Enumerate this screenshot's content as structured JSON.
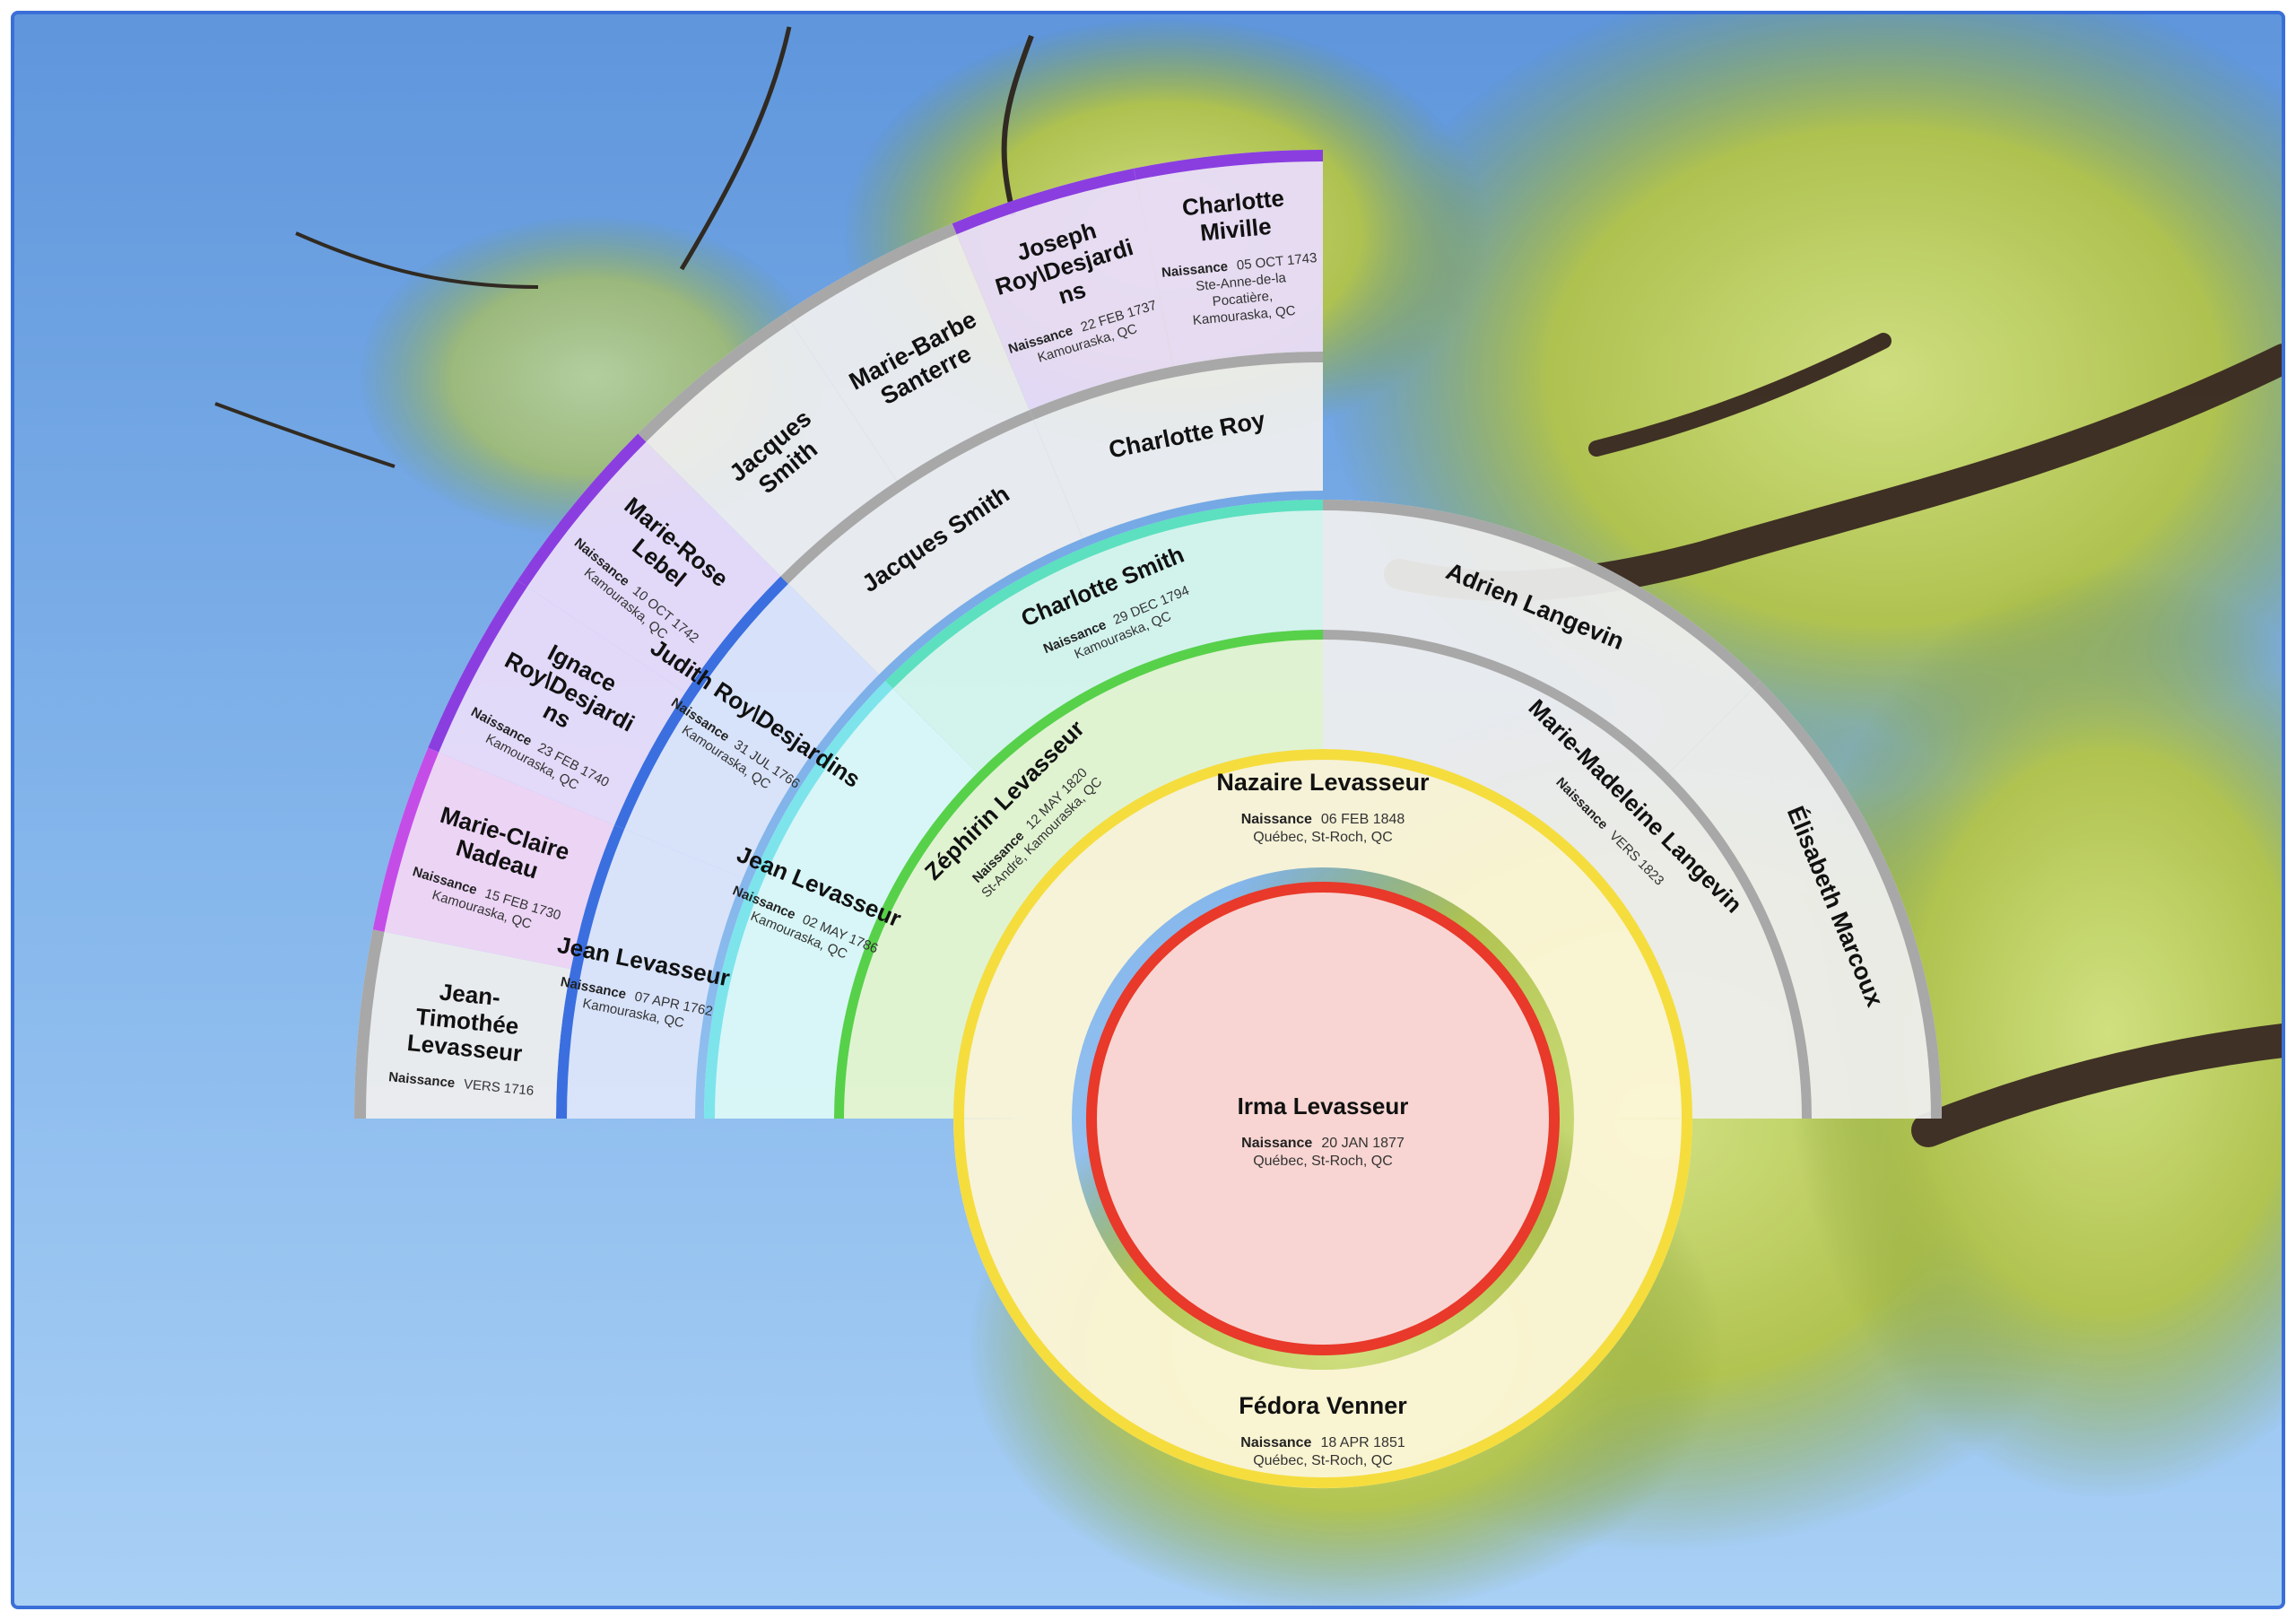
{
  "colors": {
    "frame": "#3a6fd8",
    "sky": "#7fb0ea",
    "foliage": "#b8c94a",
    "root": "#e8392a",
    "gen1": "#f5dd3e",
    "gen2_paternal": "#57d14a",
    "gen2_maternal": "#a8a8a8",
    "gen3_paternal": "#5ce0c0",
    "gen3_maternal": "#a8a8a8",
    "gen4": "#7de4ec",
    "gen5": "#3b6fe0",
    "gen6_a": "#c44de8",
    "gen6_b": "#a8a8a8",
    "gen7": "#8a3ee0"
  },
  "icons": {
    "background": "tree-canopy-photo"
  },
  "root": {
    "name": "Irma Levasseur",
    "label": "Naissance",
    "date": "20 JAN 1877",
    "place": "Québec, St-Roch, QC"
  },
  "people": [
    {
      "name": "Nazaire Levasseur",
      "label": "Naissance",
      "date": "06 FEB 1848",
      "place": "Québec, St-Roch, QC"
    },
    {
      "name": "Fédora Venner",
      "label": "Naissance",
      "date": "18 APR 1851",
      "place": "Québec, St-Roch, QC"
    },
    {
      "name": "Zéphirin Levasseur",
      "label": "Naissance",
      "date": "12 MAY 1820",
      "place": "St-André, Kamouraska, QC"
    },
    {
      "name": "Marie-Madeleine Langevin",
      "label": "Naissance",
      "date": "VERS 1823",
      "place": ""
    },
    {
      "name": "Charlotte Smith",
      "label": "Naissance",
      "date": "29 DEC 1794",
      "place": "Kamouraska, QC"
    },
    {
      "name": "Adrien Langevin",
      "label": "",
      "date": "",
      "place": ""
    },
    {
      "name": "Élisabeth Marcoux",
      "label": "",
      "date": "",
      "place": ""
    },
    {
      "name": "Jean Levasseur",
      "label": "Naissance",
      "date": "02 MAY 1786",
      "place": "Kamouraska, QC"
    },
    {
      "name": "Jacques Smith",
      "label": "",
      "date": "",
      "place": ""
    },
    {
      "name": "Charlotte Roy",
      "label": "",
      "date": "",
      "place": ""
    },
    {
      "name": "Jean Levasseur",
      "label": "Naissance",
      "date": "07 APR 1762",
      "place": "Kamouraska, QC"
    },
    {
      "name": "Judith Roy\\Desjardins",
      "label": "Naissance",
      "date": "31 JUL 1766",
      "place": "Kamouraska, QC"
    },
    {
      "name": "Jacques Smith",
      "label": "",
      "date": "",
      "place": ""
    },
    {
      "name": "Marie-Barbe Santerre",
      "label": "",
      "date": "",
      "place": ""
    },
    {
      "name": "Joseph Roy\\Desjardins",
      "label": "Naissance",
      "date": "22 FEB 1737",
      "place": "Kamouraska, QC"
    },
    {
      "name": "Charlotte Miville",
      "label": "Naissance",
      "date": "05 OCT 1743",
      "place": "Ste-Anne-de-la Pocatière, Kamouraska, QC"
    },
    {
      "name": "Jean-Timothée Levasseur",
      "label": "Naissance",
      "date": "VERS 1716",
      "place": ""
    },
    {
      "name": "Marie-Claire Nadeau",
      "label": "Naissance",
      "date": "15 FEB 1730",
      "place": "Kamouraska, QC"
    },
    {
      "name": "Ignace Roy\\Desjardins",
      "label": "Naissance",
      "date": "23 FEB 1740",
      "place": "Kamouraska, QC"
    },
    {
      "name": "Marie-Rose Lebel",
      "label": "Naissance",
      "date": "10 OCT 1742",
      "place": "Kamouraska, QC"
    }
  ]
}
